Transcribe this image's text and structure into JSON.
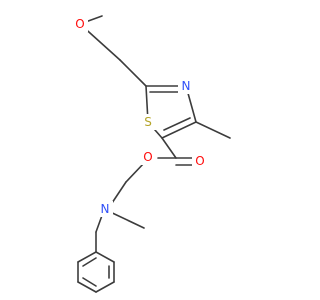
{
  "molecule": {
    "atoms": {
      "o_methoxy": "O",
      "n_thiazole": "N",
      "s_thiazole": "S",
      "o_ester_carbonyl": "O",
      "o_ester_link": "O",
      "n_amine": "N"
    },
    "colors": {
      "bond": "#3c3c3c",
      "oxygen": "#ff0d0d",
      "nitrogen": "#3050f8",
      "sulfur": "#b5a52a"
    }
  }
}
